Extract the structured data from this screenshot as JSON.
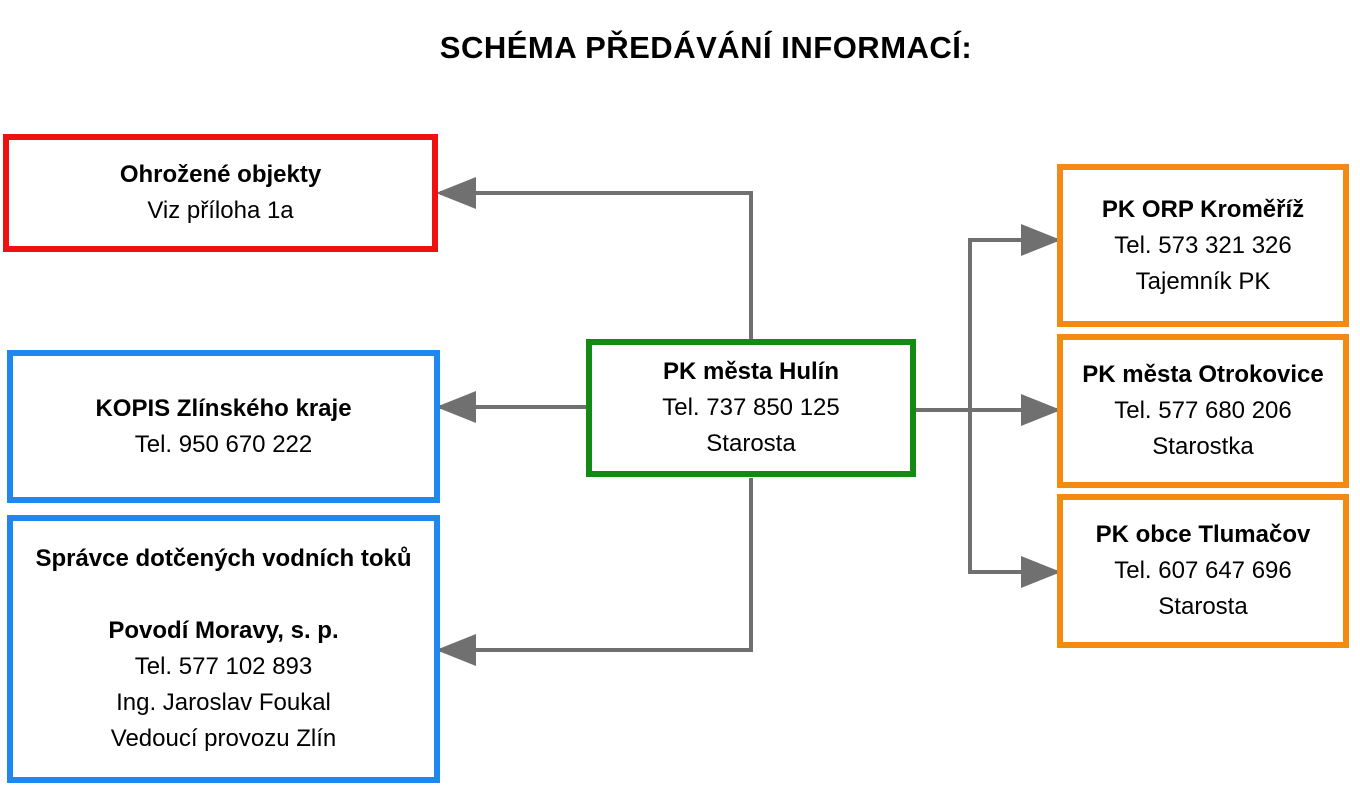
{
  "title": "SCHÉMA PŘEDÁVÁNÍ INFORMACÍ:",
  "colors": {
    "threatened": "#ee1111",
    "regional": "#1e88f0",
    "center": "#138a13",
    "partner": "#f58a12",
    "connector": "#707070"
  },
  "center": {
    "name": "PK města Hulín",
    "tel": "Tel. 737 850 125",
    "role": "Starosta"
  },
  "left": {
    "threatened": {
      "name": "Ohrožené objekty",
      "note": "Viz příloha 1a"
    },
    "kopis": {
      "name": "KOPIS Zlínského kraje",
      "tel": "Tel. 950 670 222"
    },
    "water": {
      "heading": "Správce dotčených vodních toků",
      "org": "Povodí Moravy, s. p.",
      "tel": "Tel. 577 102 893",
      "person": "Ing. Jaroslav Foukal",
      "role": "Vedoucí provozu Zlín"
    }
  },
  "right": [
    {
      "name": "PK ORP Kroměříž",
      "tel": "Tel. 573 321 326",
      "role": "Tajemník PK"
    },
    {
      "name": "PK města Otrokovice",
      "tel": "Tel. 577 680 206",
      "role": "Starostka"
    },
    {
      "name": "PK obce Tlumačov",
      "tel": "Tel. 607 647 696",
      "role": "Starosta"
    }
  ]
}
